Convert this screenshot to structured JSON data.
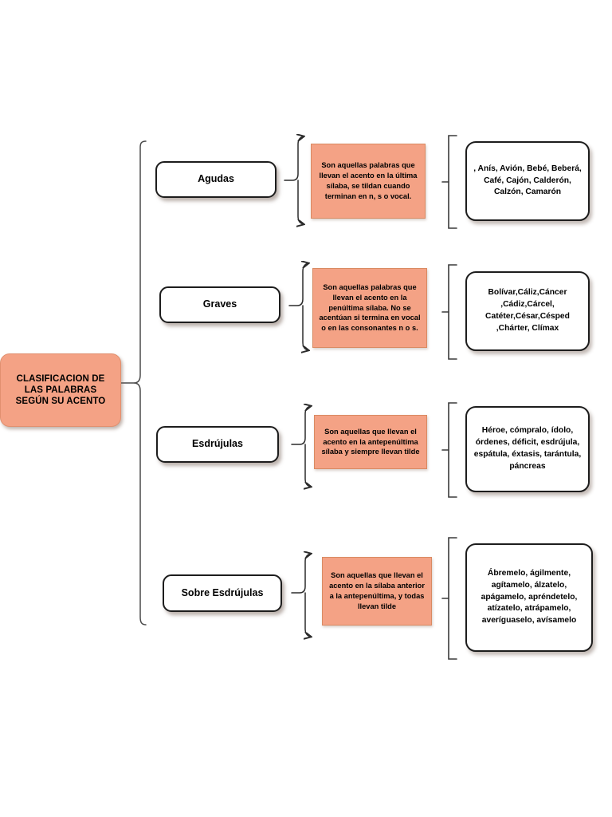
{
  "diagram": {
    "title_node": {
      "label": "CLASIFICACION DE LAS PALABRAS SEGÚN SU ACENTO",
      "line1": "CLASIFICACION DE",
      "line2": "LAS PALABRAS",
      "line3": "SEGÚN SU ACENTO",
      "color": "#F4A285"
    },
    "colors": {
      "accent_salmon": "#F4A285",
      "box_white": "#FFFFFF",
      "border_dark": "#1D1D1D",
      "background": "#FFFFFF"
    },
    "branches": [
      {
        "id": "agudas",
        "label": "Agudas",
        "description": "Son aquellas palabras que llevan el acento en la última sílaba, se tildan cuando terminan en n, s o vocal.",
        "examples": ", Anís, Avión, Bebé, Beberá, Café, Cajón, Calderón, Calzón, Camarón"
      },
      {
        "id": "graves",
        "label": "Graves",
        "description": "Son aquellas palabras que llevan el acento en la penúltima sílaba. No se acentúan si termina en vocal o en las consonantes n o s.",
        "examples": "Bolívar,Cáliz,Cáncer ,Cádiz,Cárcel, Catéter,César,Césped ,Chárter, Clímax"
      },
      {
        "id": "esdrujulas",
        "label": "Esdrújulas",
        "description": "Son aquellas que llevan el acento en la antepenúltima sílaba y siempre llevan tilde",
        "examples": "Héroe, cómpralo, ídolo, órdenes, déficit, esdrújula, espátula, éxtasis, tarántula, páncreas"
      },
      {
        "id": "sobre-esdrujulas",
        "label": "Sobre Esdrújulas",
        "description": "Son aquellas que llevan el acento en la sílaba anterior a la antepenúltima, y todas llevan tilde",
        "examples": "Ábremelo, ágilmente, agítamelo, álzatelo, apágamelo, apréndetelo, atízatelo, atrápamelo, averíguaselo, avísamelo"
      }
    ]
  }
}
